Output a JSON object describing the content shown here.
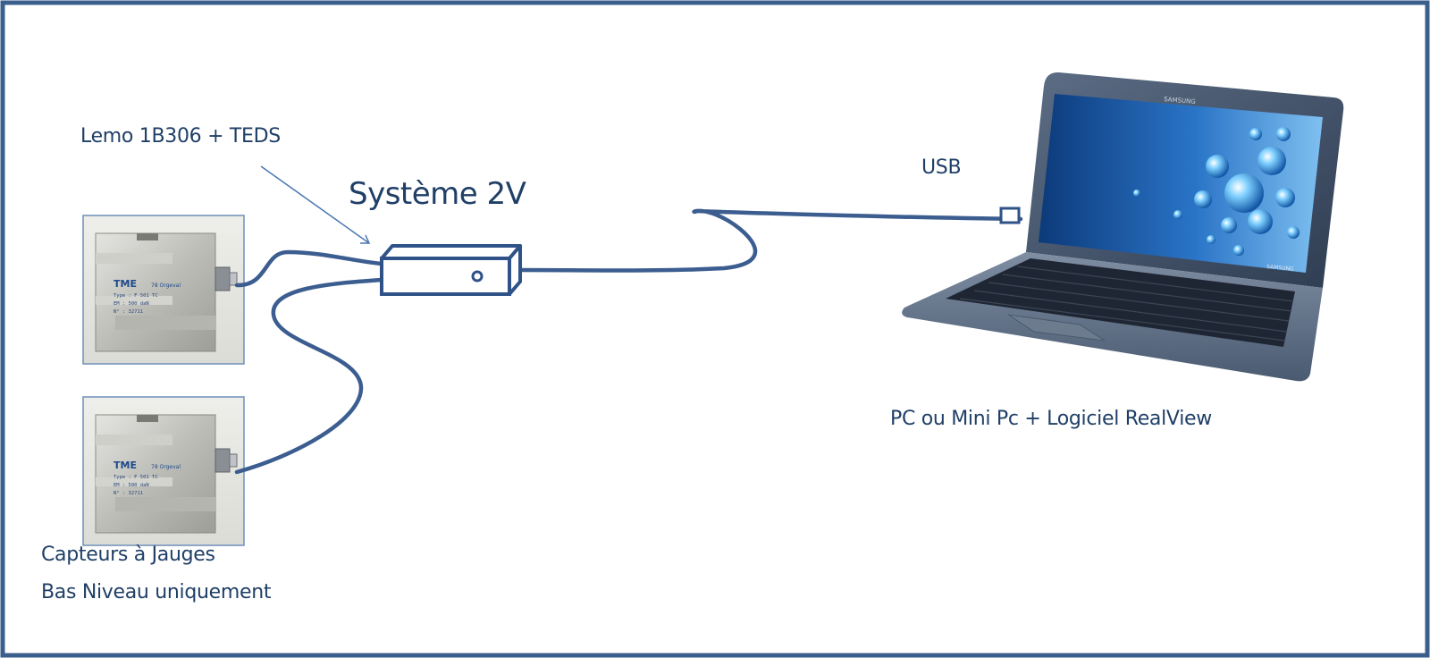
{
  "labels": {
    "connector": "Lemo 1B306 + TEDS",
    "system": "Système 2V",
    "usb": "USB",
    "pc": "PC ou Mini Pc + Logiciel RealView",
    "sensors_line1": "Capteurs à Jauges",
    "sensors_line2": "Bas Niveau uniquement"
  },
  "sensor_plate": {
    "brand": "TME",
    "model": "78 Orgeval",
    "lines": [
      "Type : F 501 TC",
      "EM  : 500 daN",
      "N°  : 32711"
    ]
  },
  "laptop": {
    "brand": "SAMSUNG"
  },
  "colors": {
    "border": "#3a5f8c",
    "cable": "#3b5d8f",
    "text": "#1f3f66",
    "device_fill": "#ffffff"
  }
}
